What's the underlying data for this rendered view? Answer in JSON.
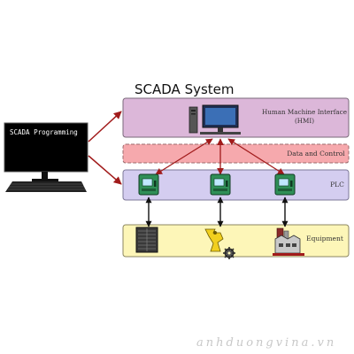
{
  "title": "SCADA System",
  "programming_station": {
    "label": "SCADA Programming"
  },
  "layers": {
    "hmi": {
      "line1": "Human Machine Interface",
      "line2": "(HMI)"
    },
    "data": {
      "label": "Data and Control"
    },
    "plc": {
      "label": "PLC"
    },
    "equipment": {
      "label": "Equipment"
    }
  },
  "watermark": "anhduongvina.vn",
  "colors": {
    "hmi_band": "#dcb7d9",
    "data_band": "#f6a9ad",
    "plc_band": "#d4cdf0",
    "equipment_band": "#fdf6b8",
    "arrow_red": "#a11b1b",
    "plc_green": "#2f8f57",
    "robot_yellow": "#f1cf1f"
  }
}
